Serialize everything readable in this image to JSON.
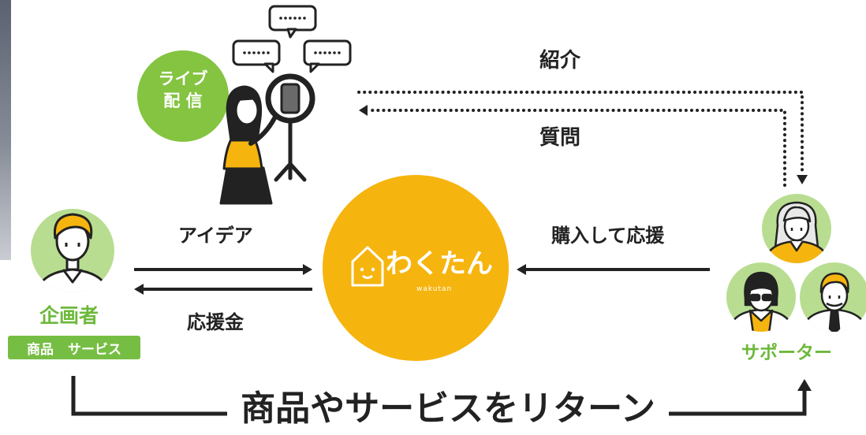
{
  "live": {
    "line1": "ライブ",
    "line2": "配 信"
  },
  "flows": {
    "introduce": "紹介",
    "question": "質問",
    "idea": "アイデア",
    "support_money": "応援金",
    "purchase_support": "購入して応援"
  },
  "platform": {
    "name": "わくたん",
    "romaji": "wakutan"
  },
  "planner": {
    "title": "企画者",
    "tags": [
      "商品",
      "サービス"
    ]
  },
  "supporter": {
    "title": "サポーター"
  },
  "return_label": "商品やサービスをリターン",
  "colors": {
    "platform_yellow": "#f6b40e",
    "live_green": "#84c441",
    "avatar_bg_green": "#b8dd91",
    "label_green": "#6cb93a",
    "line_black": "#222222"
  }
}
